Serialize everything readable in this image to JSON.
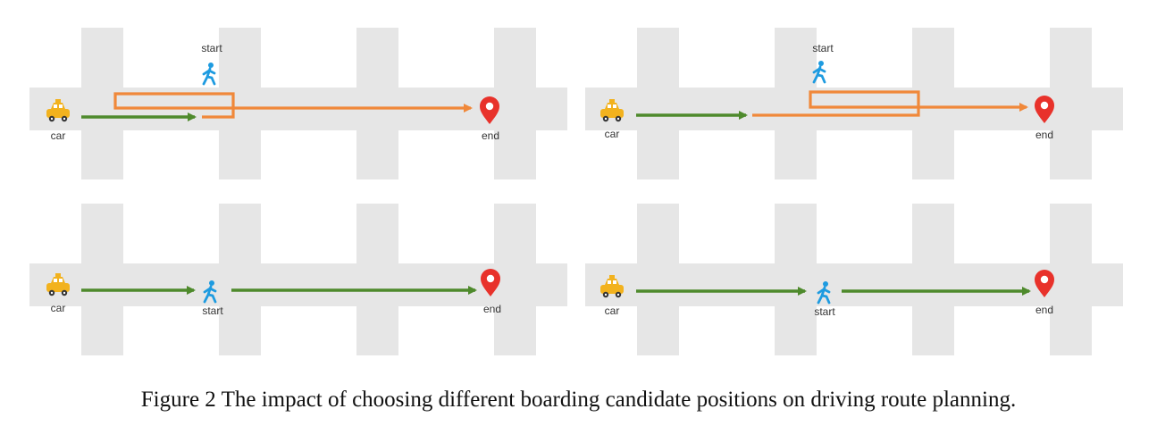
{
  "labels": {
    "car": "car",
    "start": "start",
    "end": "end"
  },
  "caption": "Figure 2 The impact of choosing different boarding candidate positions on driving route planning.",
  "colors": {
    "road": "#e6e6e6",
    "green_route": "#4e8a2c",
    "orange_route": "#f0883a",
    "pin": "#e8322b",
    "pedestrian": "#1e9be0",
    "taxi": "#f2b21e"
  },
  "icons": {
    "car": "taxi-icon",
    "start": "pedestrian-icon",
    "end": "location-pin-icon"
  }
}
